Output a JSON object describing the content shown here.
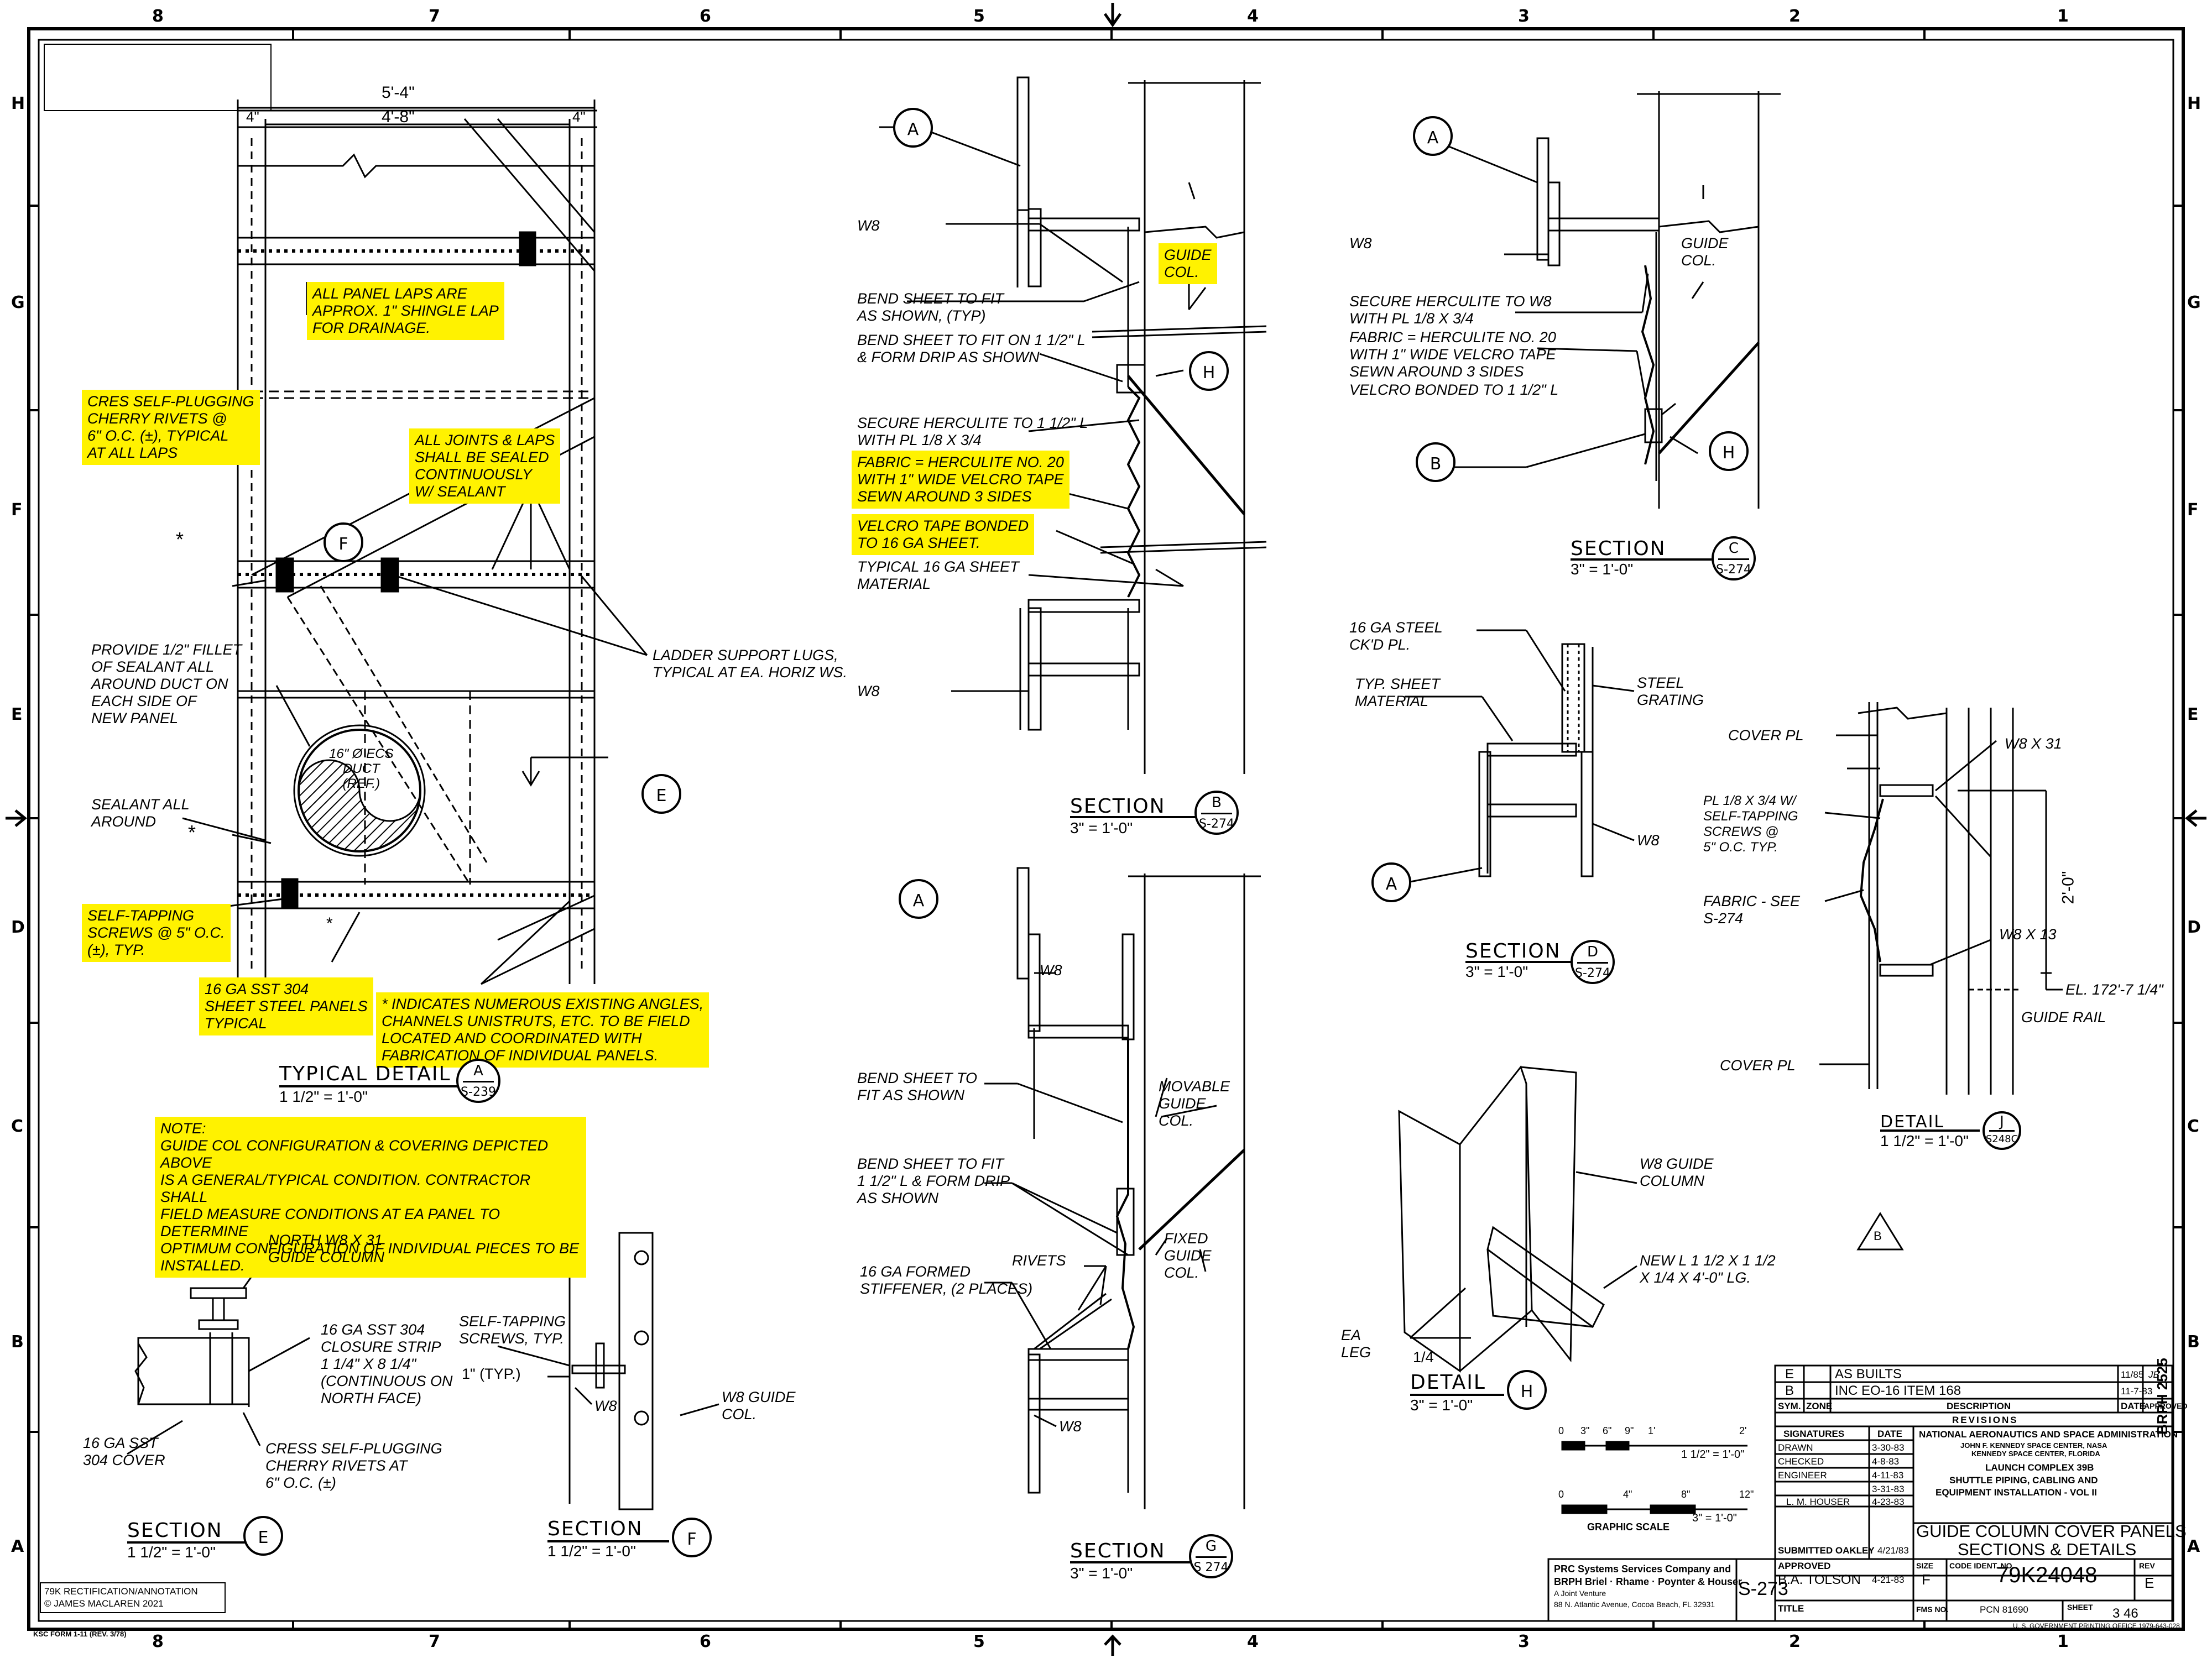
{
  "grid": {
    "top_numbers": [
      "8",
      "7",
      "6",
      "5",
      "4",
      "3",
      "2",
      "1"
    ],
    "bottom_numbers": [
      "8",
      "7",
      "6",
      "5",
      "4",
      "3",
      "2",
      "1"
    ],
    "side_letters": [
      "H",
      "G",
      "F",
      "E",
      "D",
      "C",
      "B",
      "A"
    ]
  },
  "highlight_color": "#fff200",
  "details": {
    "typical_a": {
      "title": "TYPICAL  DETAIL",
      "scale": "1 1/2\" = 1'-0\"",
      "bubble": "A",
      "sheet": "S-239"
    },
    "section_b": {
      "title": "SECTION",
      "scale": "3\" = 1'-0\"",
      "bubble": "B",
      "sheet": "S-274"
    },
    "section_c": {
      "title": "SECTION",
      "scale": "3\" = 1'-0\"",
      "bubble": "C",
      "sheet": "S-274"
    },
    "section_d": {
      "title": "SECTION",
      "scale": "3\" = 1'-0\"",
      "bubble": "D",
      "sheet": "S-274"
    },
    "section_e": {
      "title": "SECTION",
      "scale": "1 1/2\" = 1'-0\"",
      "bubble": "E"
    },
    "section_f": {
      "title": "SECTION",
      "scale": "1 1/2\" = 1'-0\"",
      "bubble": "F"
    },
    "section_g": {
      "title": "SECTION",
      "scale": "3\" = 1'-0\"",
      "bubble": "G",
      "sheet": "S 274"
    },
    "detail_h": {
      "title": "DETAIL",
      "scale": "3\" = 1'-0\"",
      "bubble": "H"
    },
    "detail_j": {
      "title": "DETAIL",
      "scale": "1 1/2\" = 1'-0\"",
      "bubble": "J",
      "sheet": "S248C"
    }
  },
  "dimensions": {
    "overall": "5'-4\"",
    "inner": "4'-8\"",
    "left": "4\"",
    "right": "4\"",
    "height_j": "2'-0\"",
    "elev_j": "EL. 172'-7 1/4\""
  },
  "annotations": {
    "panel_laps": "ALL PANEL LAPS ARE\nAPPROX. 1\" SHINGLE LAP\nFOR DRAINAGE.",
    "cres_rivets": "CRES SELF-PLUGGING\nCHERRY RIVETS @\n6\" O.C. (±), TYPICAL\nAT ALL LAPS",
    "joints_sealed": "ALL JOINTS & LAPS\nSHALL BE SEALED\nCONTINUOUSLY\nW/ SEALANT",
    "fillet": "PROVIDE 1/2\" FILLET\nOF SEALANT ALL\nAROUND DUCT ON\nEACH SIDE OF\nNEW PANEL",
    "ladder_lugs": "LADDER SUPPORT LUGS,\nTYPICAL AT EA. HORIZ WS.",
    "duct": "16\" Ø ECS\nDUCT\n(REF.)",
    "sealant_around": "SEALANT ALL\nAROUND",
    "self_tapping_a": "SELF-TAPPING\nSCREWS @ 5\" O.C.\n(±), TYP.",
    "sst_panels": "16 GA SST 304\nSHEET STEEL PANELS\nTYPICAL",
    "existing_angles": "* INDICATES NUMEROUS EXISTING ANGLES,\nCHANNELS UNISTRUTS, ETC. TO BE FIELD\nLOCATED AND COORDINATED WITH\nFABRICATION OF INDIVIDUAL PANELS.",
    "note": "NOTE:\nGUIDE COL CONFIGURATION & COVERING DEPICTED ABOVE\nIS A GENERAL/TYPICAL CONDITION. CONTRACTOR SHALL\nFIELD MEASURE CONDITIONS AT EA PANEL TO DETERMINE\nOPTIMUM CONFIGURATION OF INDIVIDUAL PIECES TO BE\nINSTALLED.",
    "w8_b": "W8",
    "w8_b2": "W8",
    "bend_fit_typ": "BEND SHEET TO FIT\nAS SHOWN, (TYP)",
    "bend_fit_drip": "BEND SHEET TO FIT ON 1 1/2\" L\n& FORM DRIP AS SHOWN",
    "secure_herculite_b": "SECURE HERCULITE TO 1 1/2\" L\nWITH PL 1/8 x 3/4",
    "fabric_b": "FABRIC = HERCULITE NO. 20\nWITH 1\" WIDE VELCRO TAPE\nSEWN AROUND 3 SIDES",
    "velcro_b": "VELCRO TAPE BONDED\nTO 16 GA SHEET.",
    "typ_sheet_b": "TYPICAL 16 GA SHEET\nMATERIAL",
    "guide_col_b": "GUIDE\nCOL.",
    "w8_c": "W8",
    "guide_col_c": "GUIDE\nCOL.",
    "secure_herculite_c": "SECURE HERCULITE TO W8\nWITH PL 1/8 x 3/4",
    "fabric_c": "FABRIC = HERCULITE NO. 20\nWITH 1\" WIDE VELCRO TAPE\nSEWN AROUND 3 SIDES",
    "velcro_c": "VELCRO BONDED TO 1 1/2\" L",
    "steel_ckd": "16 GA STEEL\nCK'D PL.",
    "typ_sheet_d": "TYP. SHEET\nMATERIAL",
    "steel_grating": "STEEL\nGRATING",
    "w8_d": "W8",
    "cover_pl_top": "COVER PL",
    "w8x31_j": "W8 x 31",
    "pl_screws_j": "PL 1/8 x 3/4 W/\nSELF-TAPPING\nSCREWS @\n5\" O.C. TYP.",
    "fabric_j": "FABRIC - SEE\nS-274",
    "w8x13_j": "W8 x 13",
    "guide_rail_j": "GUIDE RAIL",
    "cover_pl_bot": "COVER PL",
    "w8_g": "W8",
    "bend_fit_g": "BEND SHEET TO\nFIT AS SHOWN",
    "movable_guide": "MOVABLE\nGUIDE\nCOL.",
    "bend_fit_drip_g": "BEND SHEET TO FIT\n1 1/2\" L & FORM DRIP\nAS SHOWN",
    "rivets_g": "RIVETS",
    "stiffener_g": "16 GA FORMED\nSTIFFENER, (2 PLACES)",
    "fixed_guide": "FIXED\nGUIDE\nCOL.",
    "w8_g2": "W8",
    "north_w8": "NORTH W8 x 31\nGUIDE COLUMN",
    "closure_strip": "16 GA SST 304\nCLOSURE STRIP\n1 1/4\" x 8 1/4\"\n(CONTINUOUS ON\nNORTH FACE)",
    "sst_cover": "16 GA SST\n304 COVER",
    "cress_rivets": "CRESS SELF-PLUGGING\nCHERRY RIVETS AT\n6\" O.C. (±)",
    "self_tapping_f": "SELF-TAPPING\nSCREWS, TYP.",
    "typ_f": "1\" (TYP.)",
    "w8_f": "W8",
    "w8_guide_f": "W8 GUIDE\nCOL.",
    "w8_guide_h": "W8 GUIDE\nCOLUMN",
    "new_l_h": "NEW L 1 1/2 x 1 1/2\nx 1/4 x 4'-0\" LG.",
    "ea_leg": "EA\nLEG",
    "quarter": "1/4",
    "rev_triangle": "B"
  },
  "graphic_scale": {
    "label": "GRAPHIC  SCALE",
    "top_ticks": [
      "0",
      "3\"",
      "6\"",
      "9\"",
      "1'",
      "2'"
    ],
    "top_ratio": "1 1/2\" = 1'-0\"",
    "bottom_ticks": [
      "0",
      "4\"",
      "8\"",
      "12\""
    ],
    "bottom_ratio": "3\" = 1'-0\""
  },
  "revisions": {
    "rows": [
      {
        "sym": "E",
        "zone": "",
        "desc": "AS BUILTS",
        "date": "11/85",
        "appr": "JB"
      },
      {
        "sym": "B",
        "zone": "",
        "desc": "INC  EO-16  ITEM  168",
        "date": "11-7-83",
        "appr": ""
      }
    ],
    "headers": {
      "sym": "SYM.",
      "zone": "ZONE",
      "desc": "DESCRIPTION",
      "date": "DATE",
      "appr": "APPROVED"
    },
    "title": "REVISIONS"
  },
  "signatures": {
    "header": "SIGNATURES",
    "date_header": "DATE",
    "rows": [
      {
        "role": "DRAWN",
        "date": "3-30-83"
      },
      {
        "role": "CHECKED",
        "date": "4-8-83"
      },
      {
        "role": "ENGINEER",
        "date": "4-11-83"
      },
      {
        "role": "",
        "date": "3-31-83"
      },
      {
        "role": "L. M. HOUSER",
        "date": "4-23-83"
      }
    ],
    "submitted": "SUBMITTED  OAKLEY",
    "submitted_date": "4/21/83",
    "approved": "APPROVED",
    "approved_name": "B.A. TOLSON",
    "approved_date": "4-21-83",
    "title_label": "TITLE"
  },
  "agency": {
    "name": "NATIONAL AERONAUTICS AND SPACE ADMINISTRATION",
    "center": "JOHN F. KENNEDY SPACE CENTER, NASA",
    "location": "KENNEDY SPACE CENTER, FLORIDA",
    "project1": "LAUNCH COMPLEX 39B",
    "project2": "SHUTTLE PIPING, CABLING AND",
    "project3": "EQUIPMENT INSTALLATION - VOL II",
    "title1": "GUIDE COLUMN COVER PANELS",
    "title2": "SECTIONS & DETAILS"
  },
  "drawing_block": {
    "size_label": "SIZE",
    "size": "F",
    "code_label": "CODE IDENT. NO.",
    "drawing_no": "79K24048",
    "rev_label": "REV",
    "rev": "E",
    "fms_label": "FMS NO.",
    "pcn": "PCN 81690",
    "sheet_label": "SHEET",
    "sheet": "3 46",
    "ref_sheet": "S-273"
  },
  "contractor": {
    "line1": "PRC  Systems Services Company and",
    "line2": "BRPH  Briel · Rhame · Poynter & Houser",
    "line3": "A Joint Venture",
    "line4": "88 N. Atlantic Avenue, Cocoa Beach, FL 32931"
  },
  "corner": {
    "rectification": "79K RECTIFICATION/ANNOTATION",
    "copyright": "© JAMES MACLAREN 2021",
    "form": "KSC FORM 1-11 (REV. 3/78)",
    "gpo": "U. S. GOVERNMENT PRINTING OFFICE 1979-643-028",
    "brph": "BRPH 2525"
  }
}
